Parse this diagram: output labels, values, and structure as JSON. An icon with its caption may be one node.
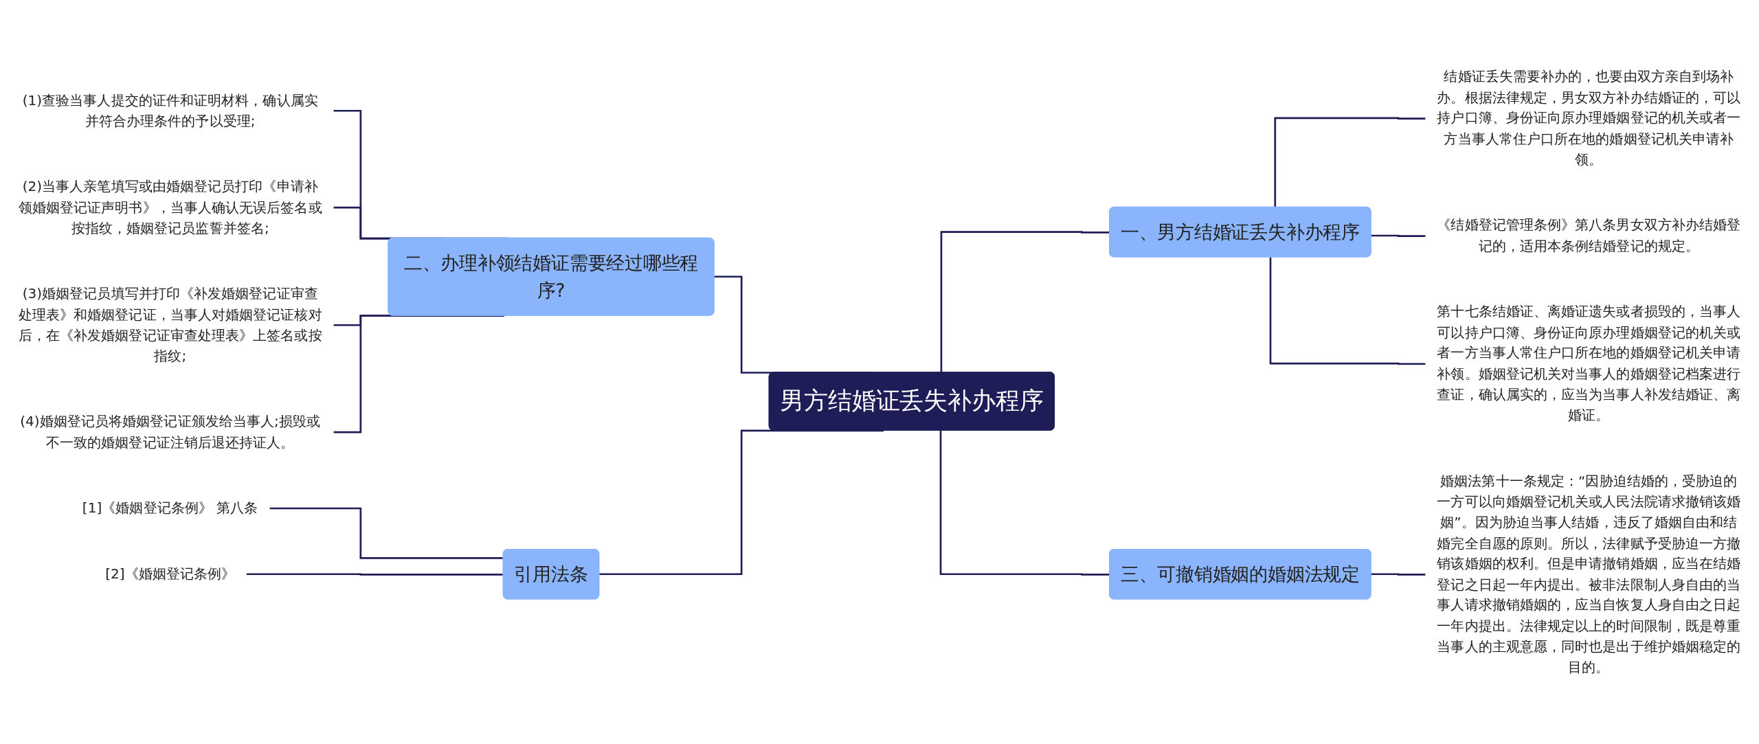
{
  "diagram": {
    "nodes": [
      {
        "text": [
          "男方结婚证丢失补办程序"
        ]
      },
      {
        "text": [
          "一、男方结婚证丢失补办程序"
        ]
      },
      {
        "text": [
          "结婚证丢失需要补办的，也要由双方亲自到场补办。根据法律规定，男女双方补办结婚证的，可以持户口簿、身份证向原办理婚姻登记的机关或者一方当事人常住户口所在地的婚姻登记机关申请补领。"
        ]
      },
      {
        "text": [
          "《结婚登记管理条例》第八条男女双方补办结婚登记的，适用本条例结婚登记的规定。"
        ]
      },
      {
        "text": [
          "第十七条结婚证、离婚证遗失或者损毁的，当事人可以持户口簿、身份证向原办理婚姻登记的机关或者一方当事人常住户口所在地的婚姻登记机关申请补领。婚姻登记机关对当事人的婚姻登记档案进行查证，确认属实的，应当为当事人补发结婚证、离婚证。"
        ]
      },
      {
        "text": [
          "三、可撤销婚姻的婚姻法规定"
        ]
      },
      {
        "text": [
          "婚姻法第十一条规定：“因胁迫结婚的，受胁迫的一方可以向婚姻登记机关或人民法院请求撤销该婚姻”。因为胁迫当事人结婚，违反了婚姻自由和结婚完全自愿的原则。所以，法律赋予受胁迫一方撤销该婚姻的权利。但是申请撤销婚姻，应当在结婚登记之日起一年内提出。被非法限制人身自由的当事人请求撤销婚姻的，应当自恢复人身自由之日起一年内提出。法律规定以上的时间限制，既是尊重当事人的主观意愿，同时也是出于维护婚姻稳定的目的。"
        ]
      },
      {
        "text": [
          "二、办理补领结婚证需要经过哪些程序?"
        ]
      },
      {
        "text": [
          "(1)查验当事人提交的证件和证明材料，确认属实并符合办理条件的予以受理;"
        ]
      },
      {
        "text": [
          "(2)当事人亲笔填写或由婚姻登记员打印《申请补领婚姻登记证声明书》，当事人确认无误后签名或按指纹，婚姻登记员监誓并签名;"
        ]
      },
      {
        "text": [
          "(3)婚姻登记员填写并打印《补发婚姻登记证审查处理表》和婚姻登记证，当事人对婚姻登记证核对后，在《补发婚姻登记证审查处理表》上签名或按指纹;"
        ]
      },
      {
        "text": [
          "(4)婚姻登记员将婚姻登记证颁发给当事人;损毁或不一致的婚姻登记证注销后退还持证人。"
        ]
      },
      {
        "text": [
          "引用法条"
        ]
      },
      {
        "text": [
          "[1]《婚姻登记条例》 第八条"
        ]
      },
      {
        "text": [
          "[2]《婚姻登记条例》"
        ]
      }
    ],
    "edges": [
      {
        "from": 0,
        "to": 1,
        "arrow": "none"
      },
      {
        "from": 1,
        "to": 2,
        "arrow": "none"
      },
      {
        "from": 1,
        "to": 3,
        "arrow": "none"
      },
      {
        "from": 1,
        "to": 4,
        "arrow": "none"
      },
      {
        "from": 0,
        "to": 5,
        "arrow": "none"
      },
      {
        "from": 5,
        "to": 6,
        "arrow": "none"
      },
      {
        "from": 0,
        "to": 7,
        "arrow": "none"
      },
      {
        "from": 7,
        "to": 8,
        "arrow": "none"
      },
      {
        "from": 7,
        "to": 9,
        "arrow": "none"
      },
      {
        "from": 7,
        "to": 10,
        "arrow": "none"
      },
      {
        "from": 7,
        "to": 11,
        "arrow": "none"
      },
      {
        "from": 0,
        "to": 12,
        "arrow": "none"
      },
      {
        "from": 12,
        "to": 13,
        "arrow": "none"
      },
      {
        "from": 12,
        "to": 14,
        "arrow": "none"
      }
    ]
  }
}
